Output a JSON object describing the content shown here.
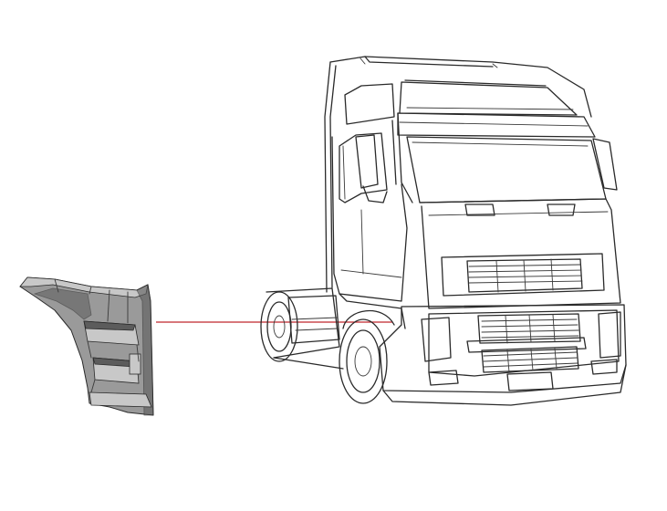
{
  "figure": {
    "components": [
      "truck-line-drawing",
      "step-panel-part",
      "leader-line"
    ]
  },
  "colors": {
    "background": "#ffffff",
    "line": "#2a2a2a",
    "part_fill": "#9a9a9a",
    "leader_line": "#c0262c"
  }
}
